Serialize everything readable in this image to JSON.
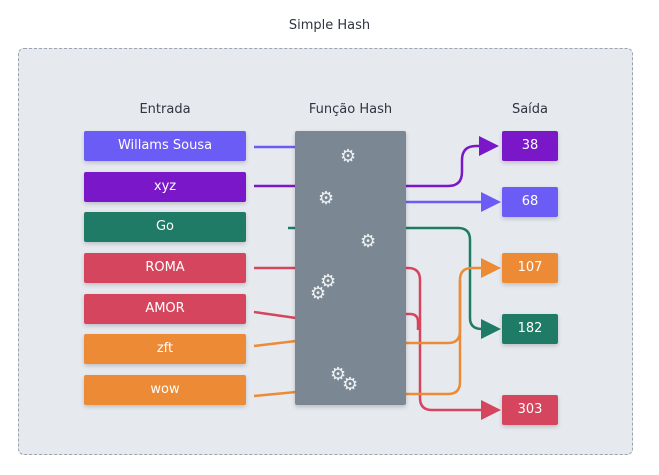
{
  "title": "Simple Hash",
  "labels": {
    "input": "Entrada",
    "function": "Função Hash",
    "output": "Saída"
  },
  "inputs": [
    {
      "label": "Willams Sousa",
      "color": "#6b5cf6"
    },
    {
      "label": "xyz",
      "color": "#7a17c9"
    },
    {
      "label": "Go",
      "color": "#1f7a66"
    },
    {
      "label": "ROMA",
      "color": "#d6455e"
    },
    {
      "label": "AMOR",
      "color": "#d6455e"
    },
    {
      "label": "zft",
      "color": "#ec8a36"
    },
    {
      "label": "wow",
      "color": "#ec8a36"
    }
  ],
  "outputs": [
    {
      "label": "38",
      "color": "#7a17c9"
    },
    {
      "label": "68",
      "color": "#6b5cf6"
    },
    {
      "label": "107",
      "color": "#ec8a36"
    },
    {
      "label": "182",
      "color": "#1f7a66"
    },
    {
      "label": "303",
      "color": "#d6455e"
    }
  ],
  "icons": [
    "gear-icon"
  ],
  "colors": {
    "background": "#e6eaef",
    "hash_column": "#7b8893"
  }
}
